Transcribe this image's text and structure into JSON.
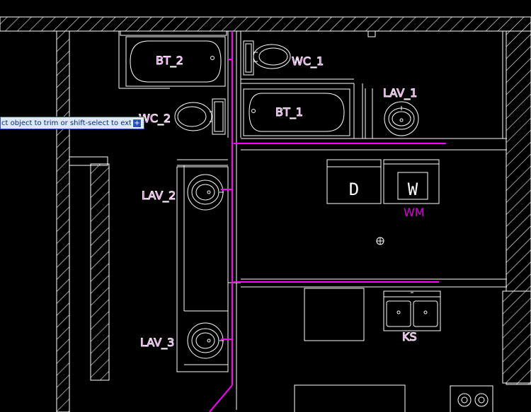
{
  "colors": {
    "background": "#000000",
    "linework": "#ffffff",
    "plumbing": "#ff00ff",
    "labels": "#e000e0",
    "prompt_bg": "#dfe6f4"
  },
  "labels": {
    "bt_1": "BT_1",
    "bt_2": "BT_2",
    "wc_1": "WC_1",
    "wc_2": "WC_2",
    "lav_1": "LAV_1",
    "lav_2": "LAV_2",
    "lav_3": "LAV_3",
    "dryer_letter": "D",
    "washer_letter": "W",
    "wm": "WM",
    "ks": "KS"
  },
  "command_prompt": {
    "text": "ct object to trim or shift-select to extend or",
    "options_button": "+"
  }
}
